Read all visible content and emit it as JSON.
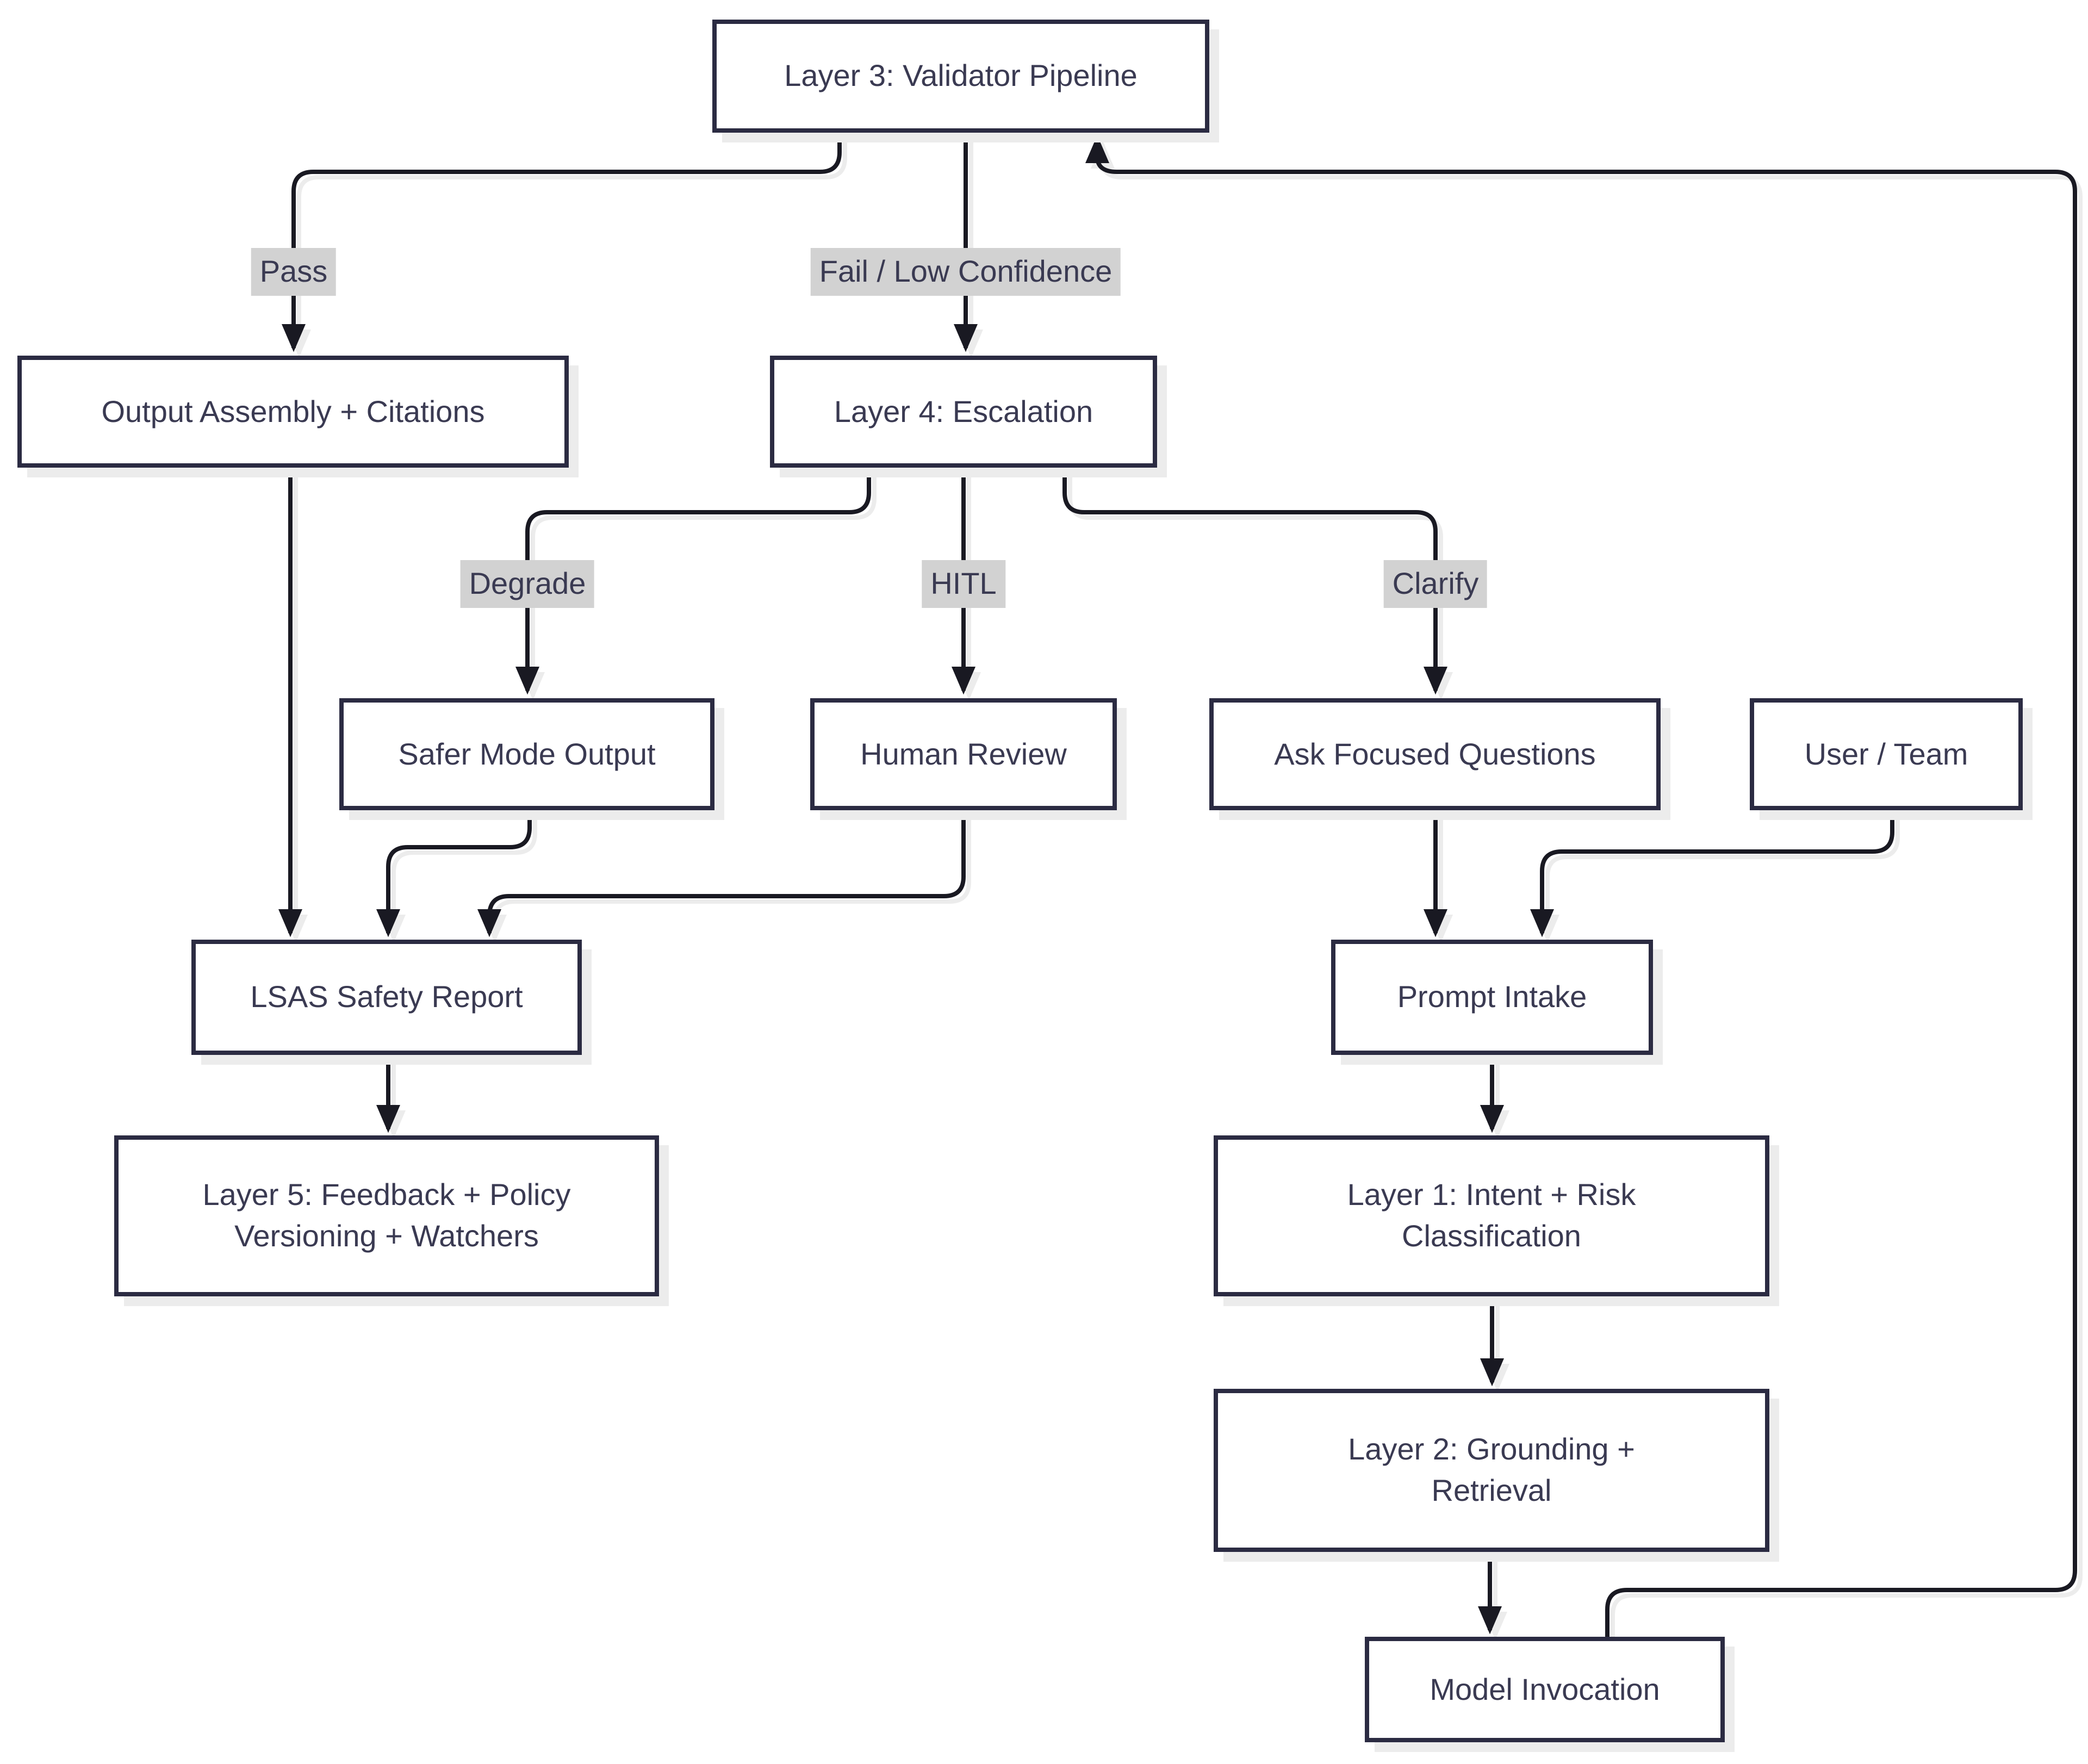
{
  "diagram": {
    "type": "flowchart",
    "direction": "top-down",
    "colors": {
      "node_border": "#2b2b42",
      "node_fill": "#ffffff",
      "node_text": "#3a3a52",
      "edge_line": "#191922",
      "edge_label_bg": "#d2d2d2",
      "edge_label_text": "#3a3a52",
      "node_shadow": "#ececec",
      "background": "#ffffff"
    },
    "nodes": {
      "layer3": {
        "label": "Layer 3: Validator Pipeline"
      },
      "output_assembly": {
        "label": "Output Assembly + Citations"
      },
      "layer4": {
        "label": "Layer 4: Escalation"
      },
      "safer_mode": {
        "label": "Safer Mode Output"
      },
      "human_review": {
        "label": "Human Review"
      },
      "ask_focused": {
        "label": "Ask Focused Questions"
      },
      "user_team": {
        "label": "User / Team"
      },
      "lsas_report": {
        "label": "LSAS Safety Report"
      },
      "layer5": {
        "label": "Layer 5: Feedback + Policy\nVersioning + Watchers"
      },
      "prompt_intake": {
        "label": "Prompt Intake"
      },
      "layer1": {
        "label": "Layer 1: Intent + Risk\nClassification"
      },
      "layer2": {
        "label": "Layer 2: Grounding +\nRetrieval"
      },
      "model_invocation": {
        "label": "Model Invocation"
      }
    },
    "edge_labels": {
      "pass": "Pass",
      "fail": "Fail / Low Confidence",
      "degrade": "Degrade",
      "hitl": "HITL",
      "clarify": "Clarify"
    },
    "edges": [
      {
        "from": "layer3",
        "to": "output_assembly",
        "label": "Pass"
      },
      {
        "from": "layer3",
        "to": "layer4",
        "label": "Fail / Low Confidence"
      },
      {
        "from": "layer4",
        "to": "safer_mode",
        "label": "Degrade"
      },
      {
        "from": "layer4",
        "to": "human_review",
        "label": "HITL"
      },
      {
        "from": "layer4",
        "to": "ask_focused",
        "label": "Clarify"
      },
      {
        "from": "output_assembly",
        "to": "lsas_report",
        "label": ""
      },
      {
        "from": "safer_mode",
        "to": "lsas_report",
        "label": ""
      },
      {
        "from": "human_review",
        "to": "lsas_report",
        "label": ""
      },
      {
        "from": "lsas_report",
        "to": "layer5",
        "label": ""
      },
      {
        "from": "ask_focused",
        "to": "prompt_intake",
        "label": ""
      },
      {
        "from": "user_team",
        "to": "prompt_intake",
        "label": ""
      },
      {
        "from": "prompt_intake",
        "to": "layer1",
        "label": ""
      },
      {
        "from": "layer1",
        "to": "layer2",
        "label": ""
      },
      {
        "from": "layer2",
        "to": "model_invocation",
        "label": ""
      },
      {
        "from": "model_invocation",
        "to": "layer3",
        "label": ""
      }
    ]
  }
}
